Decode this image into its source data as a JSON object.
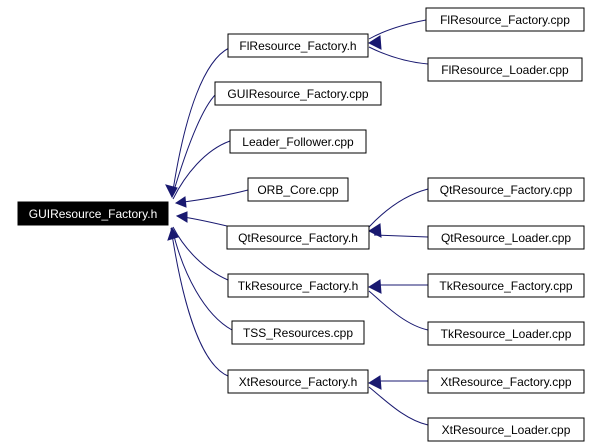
{
  "colors": {
    "edge": "#191970",
    "node_border": "#000000",
    "root_fill": "#000000",
    "root_text": "#ffffff"
  },
  "nodes": {
    "root": "GUIResource_Factory.h",
    "fl_h": "FlResource_Factory.h",
    "gui_cpp": "GUIResource_Factory.cpp",
    "leader_cpp": "Leader_Follower.cpp",
    "orb_cpp": "ORB_Core.cpp",
    "qt_h": "QtResource_Factory.h",
    "tk_h": "TkResource_Factory.h",
    "tss_cpp": "TSS_Resources.cpp",
    "xt_h": "XtResource_Factory.h",
    "fl_factory_cpp": "FlResource_Factory.cpp",
    "fl_loader_cpp": "FlResource_Loader.cpp",
    "qt_factory_cpp": "QtResource_Factory.cpp",
    "qt_loader_cpp": "QtResource_Loader.cpp",
    "tk_factory_cpp": "TkResource_Factory.cpp",
    "tk_loader_cpp": "TkResource_Loader.cpp",
    "xt_factory_cpp": "XtResource_Factory.cpp",
    "xt_loader_cpp": "XtResource_Loader.cpp"
  },
  "edges": [
    {
      "from": "fl_h",
      "to": "root"
    },
    {
      "from": "gui_cpp",
      "to": "root"
    },
    {
      "from": "leader_cpp",
      "to": "root"
    },
    {
      "from": "orb_cpp",
      "to": "root"
    },
    {
      "from": "qt_h",
      "to": "root"
    },
    {
      "from": "tk_h",
      "to": "root"
    },
    {
      "from": "tss_cpp",
      "to": "root"
    },
    {
      "from": "xt_h",
      "to": "root"
    },
    {
      "from": "fl_factory_cpp",
      "to": "fl_h"
    },
    {
      "from": "fl_loader_cpp",
      "to": "fl_h"
    },
    {
      "from": "qt_factory_cpp",
      "to": "qt_h"
    },
    {
      "from": "qt_loader_cpp",
      "to": "qt_h"
    },
    {
      "from": "tk_factory_cpp",
      "to": "tk_h"
    },
    {
      "from": "tk_loader_cpp",
      "to": "tk_h"
    },
    {
      "from": "xt_factory_cpp",
      "to": "xt_h"
    },
    {
      "from": "xt_loader_cpp",
      "to": "xt_h"
    }
  ]
}
